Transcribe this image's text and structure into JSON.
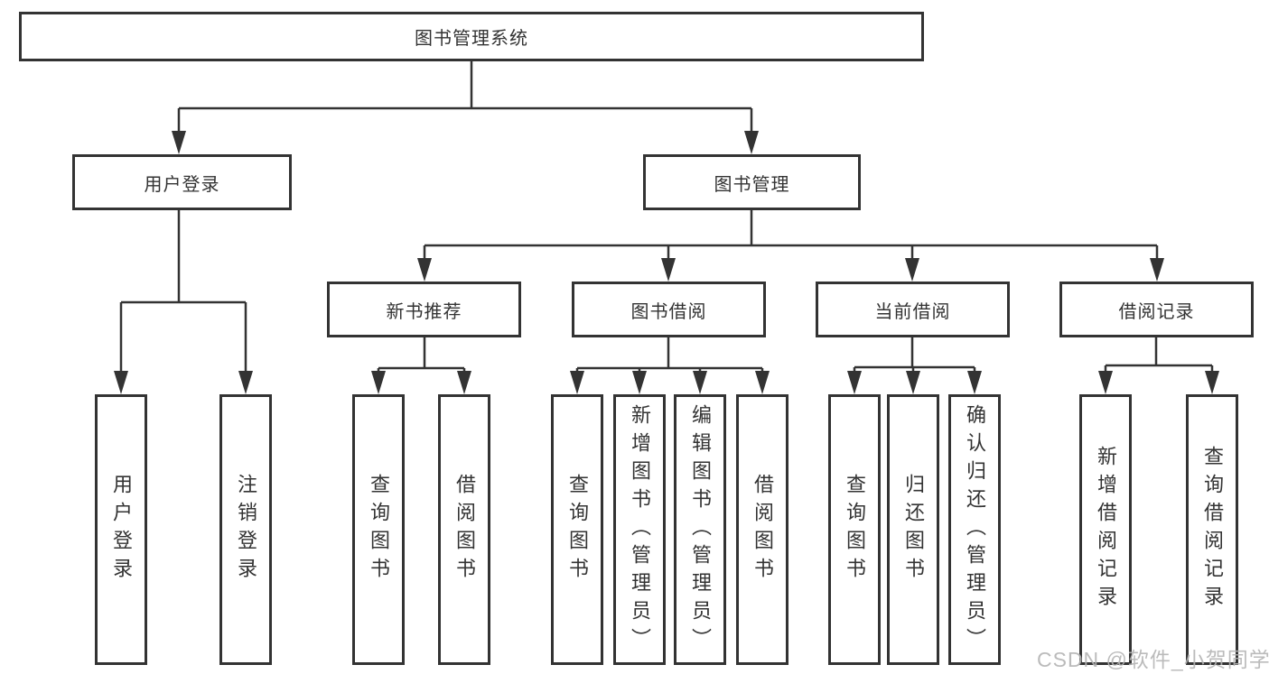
{
  "diagram_title": "图书管理系统",
  "tree": {
    "label": "图书管理系统",
    "children": [
      {
        "label": "用户登录",
        "children": [
          {
            "label": "用户登录"
          },
          {
            "label": "注销登录"
          }
        ]
      },
      {
        "label": "图书管理",
        "children": [
          {
            "label": "新书推荐",
            "children": [
              {
                "label": "查询图书"
              },
              {
                "label": "借阅图书"
              }
            ]
          },
          {
            "label": "图书借阅",
            "children": [
              {
                "label": "查询图书"
              },
              {
                "label": "新增图书（管理员）"
              },
              {
                "label": "编辑图书（管理员）"
              },
              {
                "label": "借阅图书"
              }
            ]
          },
          {
            "label": "当前借阅",
            "children": [
              {
                "label": "查询图书"
              },
              {
                "label": "归还图书"
              },
              {
                "label": "确认归还（管理员）"
              }
            ]
          },
          {
            "label": "借阅记录",
            "children": [
              {
                "label": "新增借阅记录"
              },
              {
                "label": "查询借阅记录"
              }
            ]
          }
        ]
      }
    ]
  },
  "watermark": "CSDN @软件_小贺同学",
  "colors": {
    "line": "#333333",
    "box_border": "#333333",
    "box_background": "#ffffff",
    "text": "#333333",
    "watermark_text": "#b4b4b4"
  }
}
